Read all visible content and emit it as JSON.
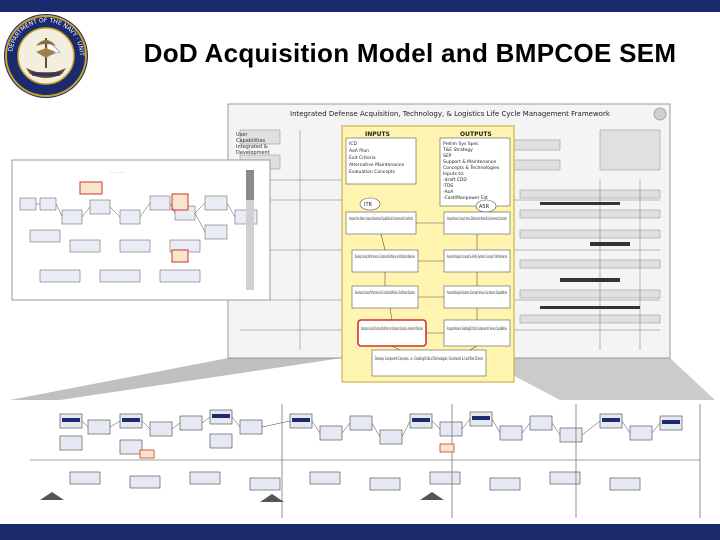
{
  "slide": {
    "title": "DoD Acquisition Model and BMPCOE SEM",
    "colors": {
      "banner": "#1c2a6e",
      "accent": "#d07f1a",
      "highlight_box": "#fff5b0",
      "red_outline": "#d2322d"
    }
  },
  "seal": {
    "icon": "navy-seal-icon",
    "ring_text": "DEPARTMENT OF THE NAVY · UNITED STATES OF AMERICA"
  },
  "framework": {
    "title": "Integrated Defense Acquisition, Technology, & Logistics Life Cycle Management Framework",
    "inputs_header": "INPUTS",
    "outputs_header": "OUTPUTS",
    "itr_label": "ITR",
    "asr_label": "ASR",
    "inputs_list": [
      "ICD",
      "AoA Plan",
      "Exit Criteria",
      "Alternative Maintenance",
      "Evaluation Concepts"
    ],
    "outputs_list": [
      "Prelim Sys Spec",
      "T&E Strategy",
      "SEP",
      "Support & Maintenance",
      "Concepts & Technologies",
      "Inputs to:",
      "-draft CDD",
      "-TDS",
      "-AoA",
      "-Cost/Manpower Est"
    ],
    "boxes": [
      "Interpret User Needs; Analyze Operational Capabilities & Environmental Constraints",
      "Develop Concept Performance (& Constraints) Definition & Verification Objectives",
      "Decompose Concept Performance into Functional Definition & Verification Objectives",
      "Decompose Concept Functional Definition into Component Concepts & Assessment Objectives",
      "Analyze/Assess Concepts Versus Defined User Needs & Environmental Constraints",
      "Assess/Analyze Concept & Verify System Concept's Performance",
      "Assess/Analyze System Concept Versus Functional Capabilities",
      "Analyze/Assess Enabling/Critical Components Versus Capabilities",
      "Develop Component Concepts, i.e., Enabling/Critical Technologies, Constraints & Cost/Risk Drivers"
    ],
    "left_stack": [
      "User",
      "Capabilities",
      "Integrated &",
      "Development"
    ]
  }
}
